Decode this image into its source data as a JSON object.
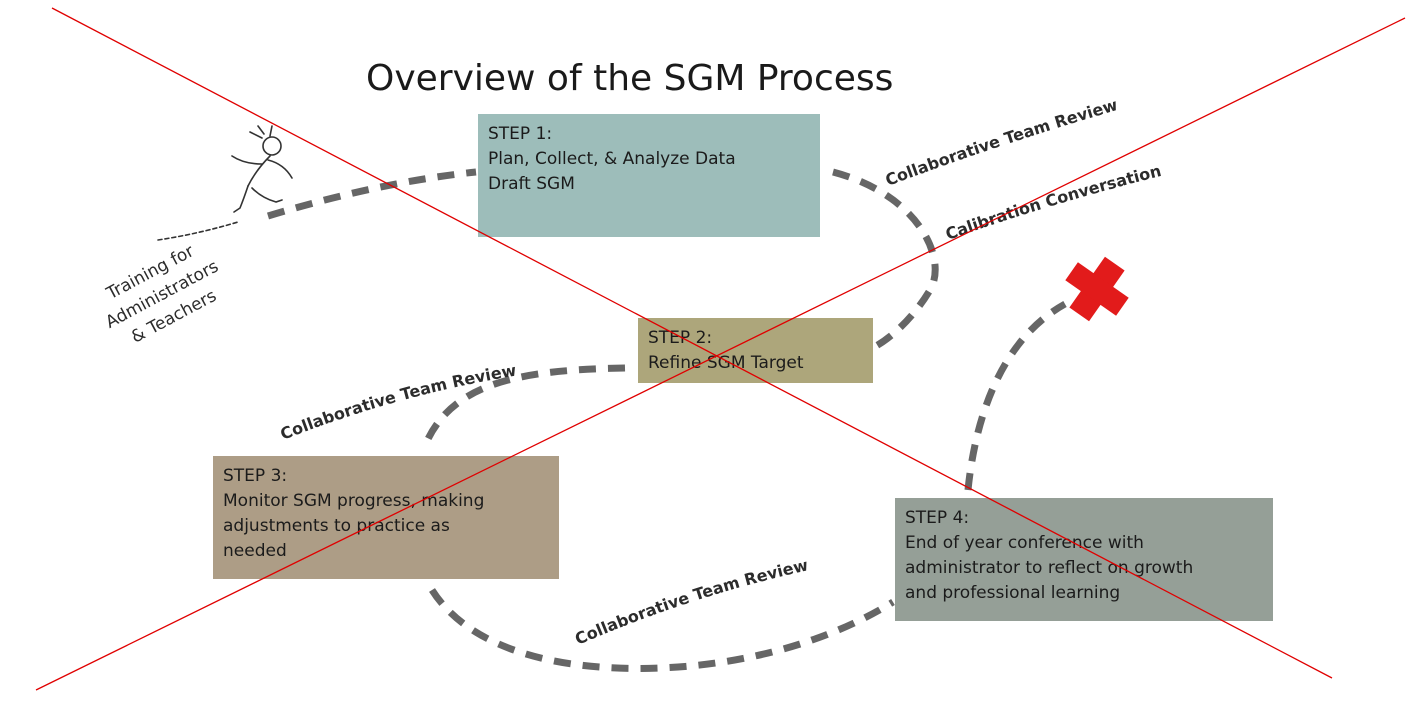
{
  "title": "Overview of the SGM Process",
  "start_label": [
    "Training for",
    "Administrators",
    "& Teachers"
  ],
  "steps": [
    {
      "head": "STEP 1:",
      "lines": [
        "Plan, Collect, & Analyze Data",
        "Draft SGM"
      ]
    },
    {
      "head": "STEP 2:",
      "lines": [
        "Refine SGM Target"
      ]
    },
    {
      "head": "STEP 3:",
      "lines": [
        "Monitor SGM progress, making",
        "adjustments to practice as",
        "needed"
      ]
    },
    {
      "head": "STEP 4:",
      "lines": [
        "End of year conference with",
        "administrator to reflect on growth",
        "and professional learning"
      ]
    }
  ],
  "path_labels": {
    "review_top": "Collaborative Team Review",
    "calibration": "Calibration Conversation",
    "review_mid": "Collaborative Team Review",
    "review_bottom": "Collaborative Team Review"
  },
  "colors": {
    "step1": "#9dbdba",
    "step2": "#ada67b",
    "step3": "#ad9d86",
    "step4": "#959f97",
    "path": "#666666",
    "finish_cross": "#e21b1b",
    "strike_lines": "#e00000"
  },
  "icons": [
    "walking-figure-icon",
    "red-cross-icon"
  ]
}
